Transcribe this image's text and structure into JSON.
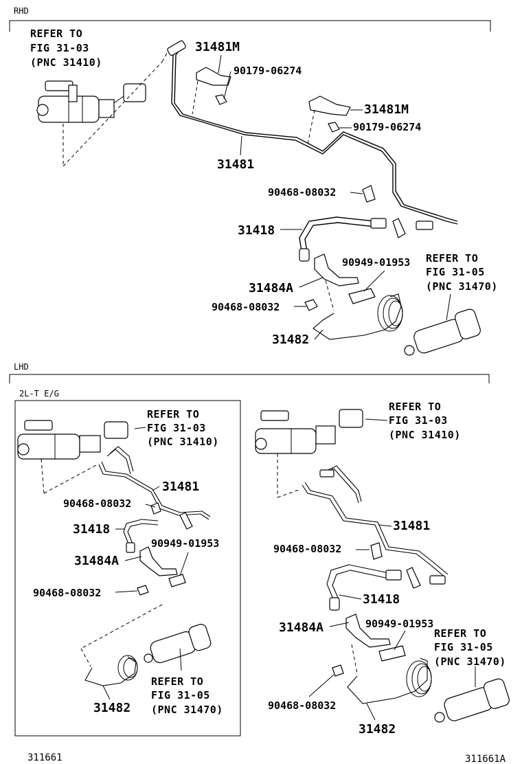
{
  "sections": {
    "rhd": "RHD",
    "lhd": "LHD",
    "engine_variant": "2L-T E/G"
  },
  "refs": {
    "fig3103_rhd": [
      "REFER TO",
      "FIG 31-03",
      "(PNC 31410)"
    ],
    "fig3105_rhd": [
      "REFER TO",
      "FIG 31-05",
      "(PNC 31470)"
    ],
    "fig3103_lhd_a": [
      "REFER TO",
      "FIG 31-03",
      "(PNC 31410)"
    ],
    "fig3105_lhd_a": [
      "REFER TO",
      "FIG 31-05",
      "(PNC 31470)"
    ],
    "fig3103_lhd_b": [
      "REFER TO",
      "FIG 31-03",
      "(PNC 31410)"
    ],
    "fig3105_lhd_b": [
      "REFER TO",
      "FIG 31-05",
      "(PNC 31470)"
    ]
  },
  "parts_rhd": {
    "p31481m_a": "31481M",
    "p90179_a": "90179-06274",
    "p31481m_b": "31481M",
    "p90179_b": "90179-06274",
    "p31481": "31481",
    "p90468_a": "90468-08032",
    "p31418": "31418",
    "p90949": "90949-01953",
    "p31484a": "31484A",
    "p90468_b": "90468-08032",
    "p31482": "31482"
  },
  "parts_lhd_a": {
    "p31481": "31481",
    "p90468_a": "90468-08032",
    "p31418": "31418",
    "p90949": "90949-01953",
    "p31484a": "31484A",
    "p90468_b": "90468-08032",
    "p31482": "31482"
  },
  "parts_lhd_b": {
    "p31481": "31481",
    "p90468_a": "90468-08032",
    "p31418": "31418",
    "p90949": "90949-01953",
    "p31484a": "31484A",
    "p90468_b": "90468-08032",
    "p31482": "31482"
  },
  "footer": {
    "code_left": "311661",
    "code_right": "311661A"
  }
}
